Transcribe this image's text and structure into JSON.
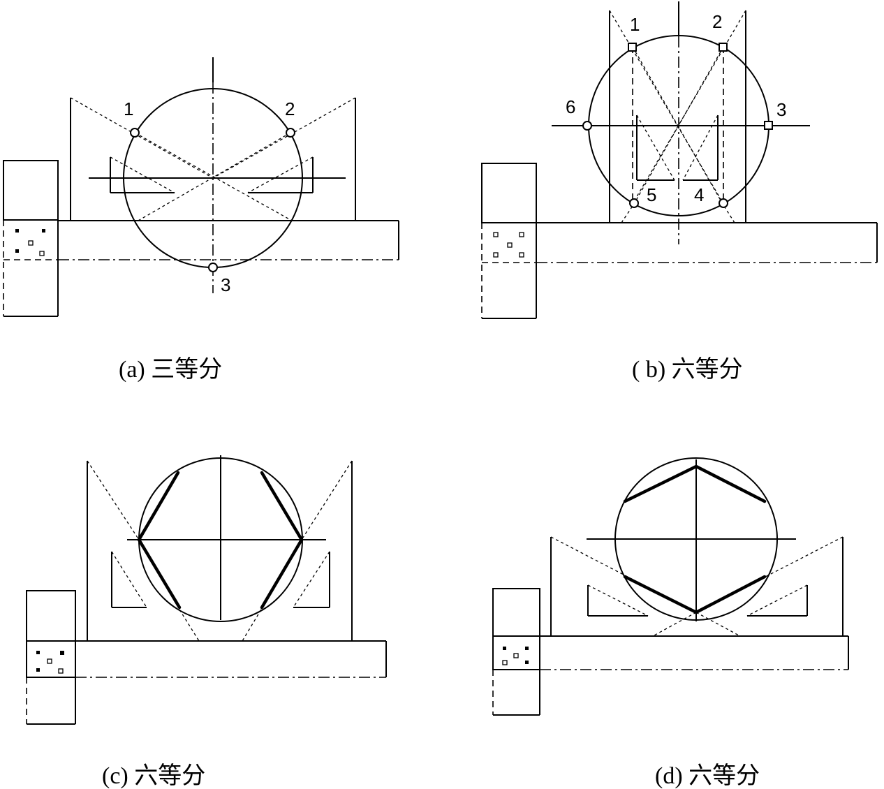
{
  "panels": [
    {
      "id": "a",
      "caption": "(a)  三等分",
      "point_labels": [
        "1",
        "2",
        "3"
      ]
    },
    {
      "id": "b",
      "caption": "( b)  六等分",
      "point_labels": [
        "1",
        "2",
        "3",
        "4",
        "5",
        "6"
      ]
    },
    {
      "id": "c",
      "caption": "(c)  六等分"
    },
    {
      "id": "d",
      "caption": "(d)  六等分"
    }
  ],
  "colors": {
    "ink": "#000000",
    "paper": "#ffffff"
  }
}
